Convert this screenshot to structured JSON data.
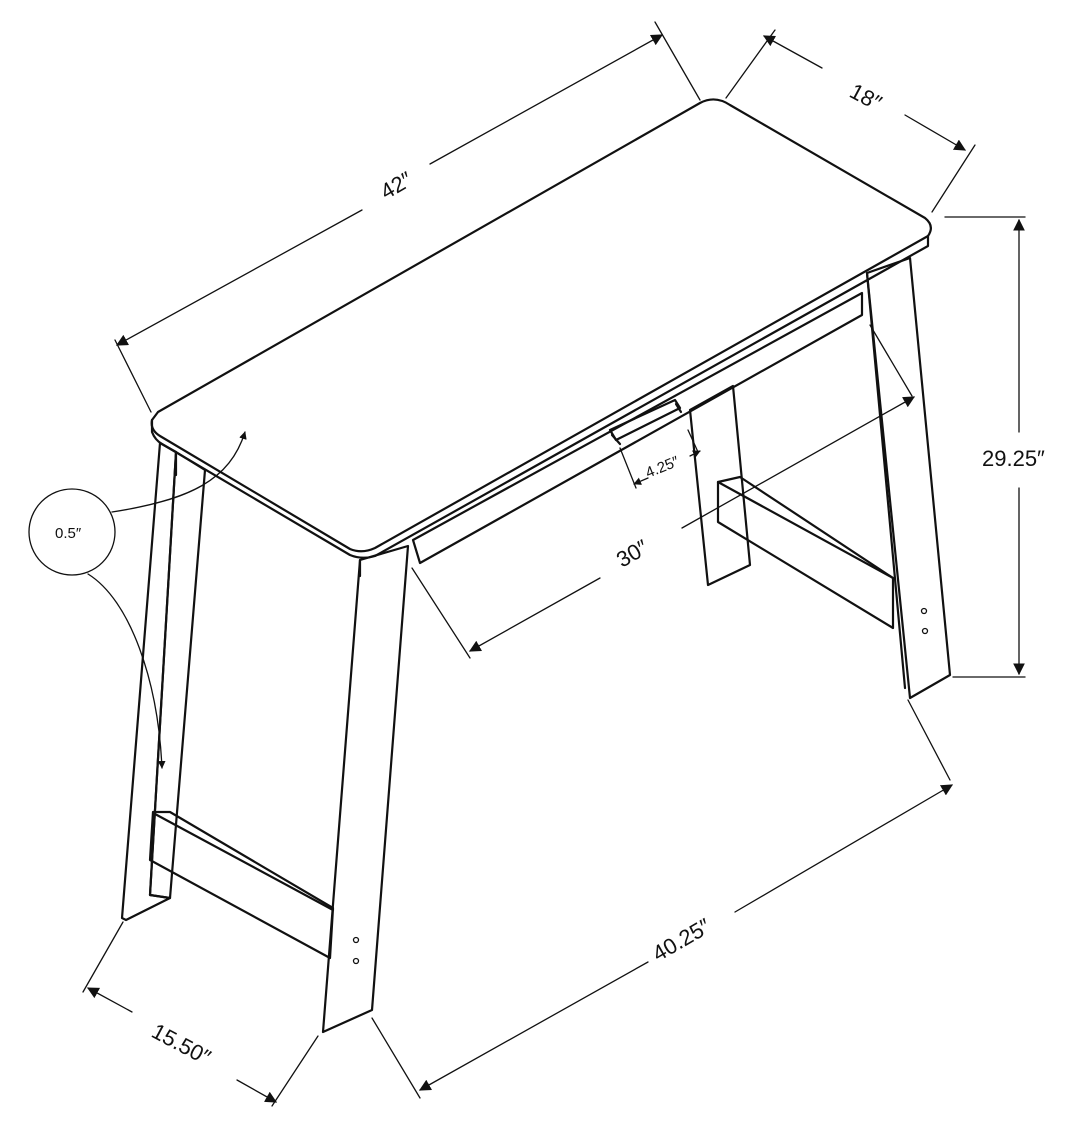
{
  "dimensions": {
    "width": "42″",
    "depth": "18″",
    "height": "29.25″",
    "top_thickness": "0.5″",
    "drawer_handle": "4.25″",
    "inner_width": "30″",
    "base_width": "40.25″",
    "base_depth": "15.50″"
  },
  "colors": {
    "line": "#111111",
    "background": "#ffffff"
  }
}
